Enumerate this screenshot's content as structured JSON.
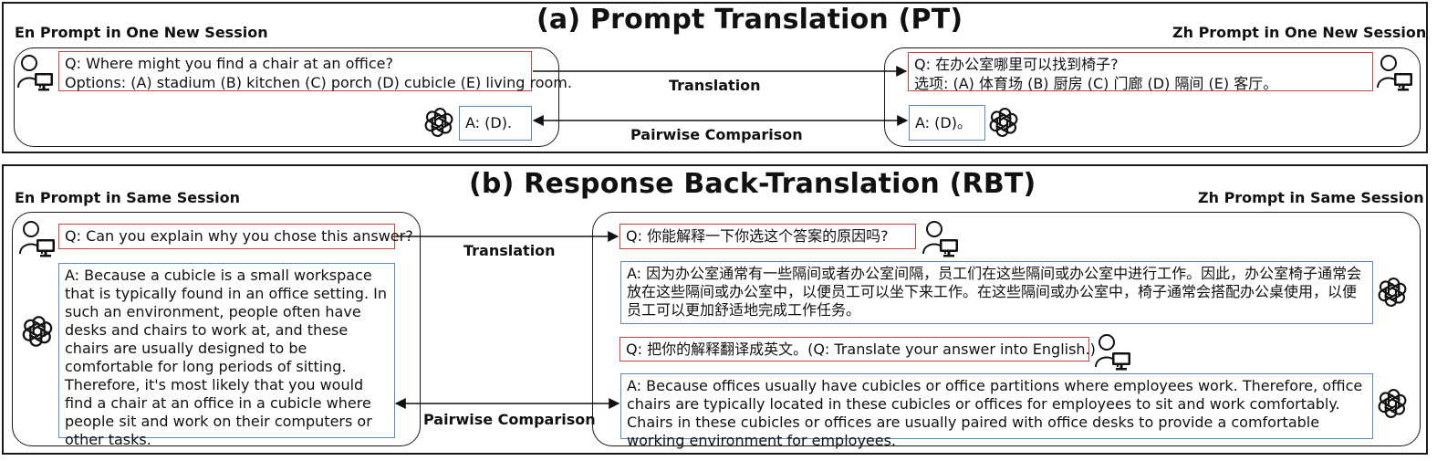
{
  "panel_a": {
    "title": "(a) Prompt Translation (PT)",
    "left_label": "En Prompt in One New Session",
    "right_label": "Zh Prompt in One New Session",
    "en_question_line1": "Q:  Where might you find a chair at an office?",
    "en_question_line2": "Options: (A) stadium (B) kitchen (C) porch (D) cubicle (E) living room.",
    "en_answer": "A: (D).",
    "zh_question_line1": "Q:  在办公室哪里可以找到椅子?",
    "zh_question_line2": "选项: (A) 体育场 (B) 厨房 (C) 门廊 (D) 隔间 (E) 客厅。",
    "zh_answer": "A:  (D)。",
    "translation_label": "Translation",
    "comparison_label": "Pairwise Comparison"
  },
  "panel_b": {
    "title": "(b) Response Back-Translation (RBT)",
    "left_label": "En Prompt in Same Session",
    "right_label": "Zh Prompt in Same Session",
    "en_question": "Q:  Can you explain why you chose this answer?",
    "en_answer": "A:  Because a cubicle is a small workspace that is typically found in an office setting. In such an environment, people often have desks and chairs to work at, and these chairs are usually designed to be comfortable for long periods of sitting. Therefore, it's most likely that you would find a chair at an office in a cubicle where people sit and work on their computers or other tasks.",
    "zh_question": "Q:  你能解释一下你选这个答案的原因吗?",
    "zh_answer": "A:  因为办公室通常有一些隔间或者办公室间隔，员工们在这些隔间或办公室中进行工作。因此，办公室椅子通常会放在这些隔间或办公室中，以便员工可以坐下来工作。在这些隔间或办公室中，椅子通常会搭配办公桌使用，以便员工可以更加舒适地完成工作任务。",
    "translate_request": "Q:  把你的解释翻译成英文。(Q: Translate your answer into English.)",
    "back_translation": "A: Because offices usually have cubicles or office partitions where employees work. Therefore, office chairs are typically located in these cubicles or offices for employees to sit and work comfortably. Chairs in these cubicles or offices are usually paired with office desks to provide a comfortable working environment for employees.",
    "translation_label": "Translation",
    "comparison_label": "Pairwise Comparison"
  },
  "colors": {
    "question_border": "#c9443f",
    "answer_border": "#5b87c5",
    "frame": "#1a1a1a"
  },
  "icons": {
    "user": "user-at-computer-icon",
    "assistant": "openai-logo-icon"
  }
}
